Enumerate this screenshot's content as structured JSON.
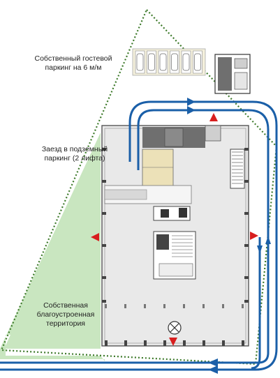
{
  "labels": {
    "guest_parking": {
      "line1": "Собственный гостевой",
      "line2": "паркинг на 6 м/м"
    },
    "underground_entry": {
      "line1": "Заезд в подземный",
      "line2": "паркинг (2 лифта)"
    },
    "own_territory": {
      "line1": "Собственная",
      "line2": "благоустроенная",
      "line3": "территория"
    }
  },
  "colors": {
    "boundary": "#3d7a2a",
    "green_area": "#c9e6c0",
    "building": "#e8e8e8",
    "building_outline": "#555555",
    "core_dark": "#6f6f6f",
    "ramp_yellow": "#ece1b8",
    "route_blue": "#1a5fa8",
    "entrance_red": "#d81e1e",
    "parking_stall": "#b8b8b8"
  },
  "parking": {
    "guest_spaces": 6
  },
  "icons": [
    "route-arrow-icon",
    "entrance-marker-icon",
    "lift-x-icon"
  ]
}
